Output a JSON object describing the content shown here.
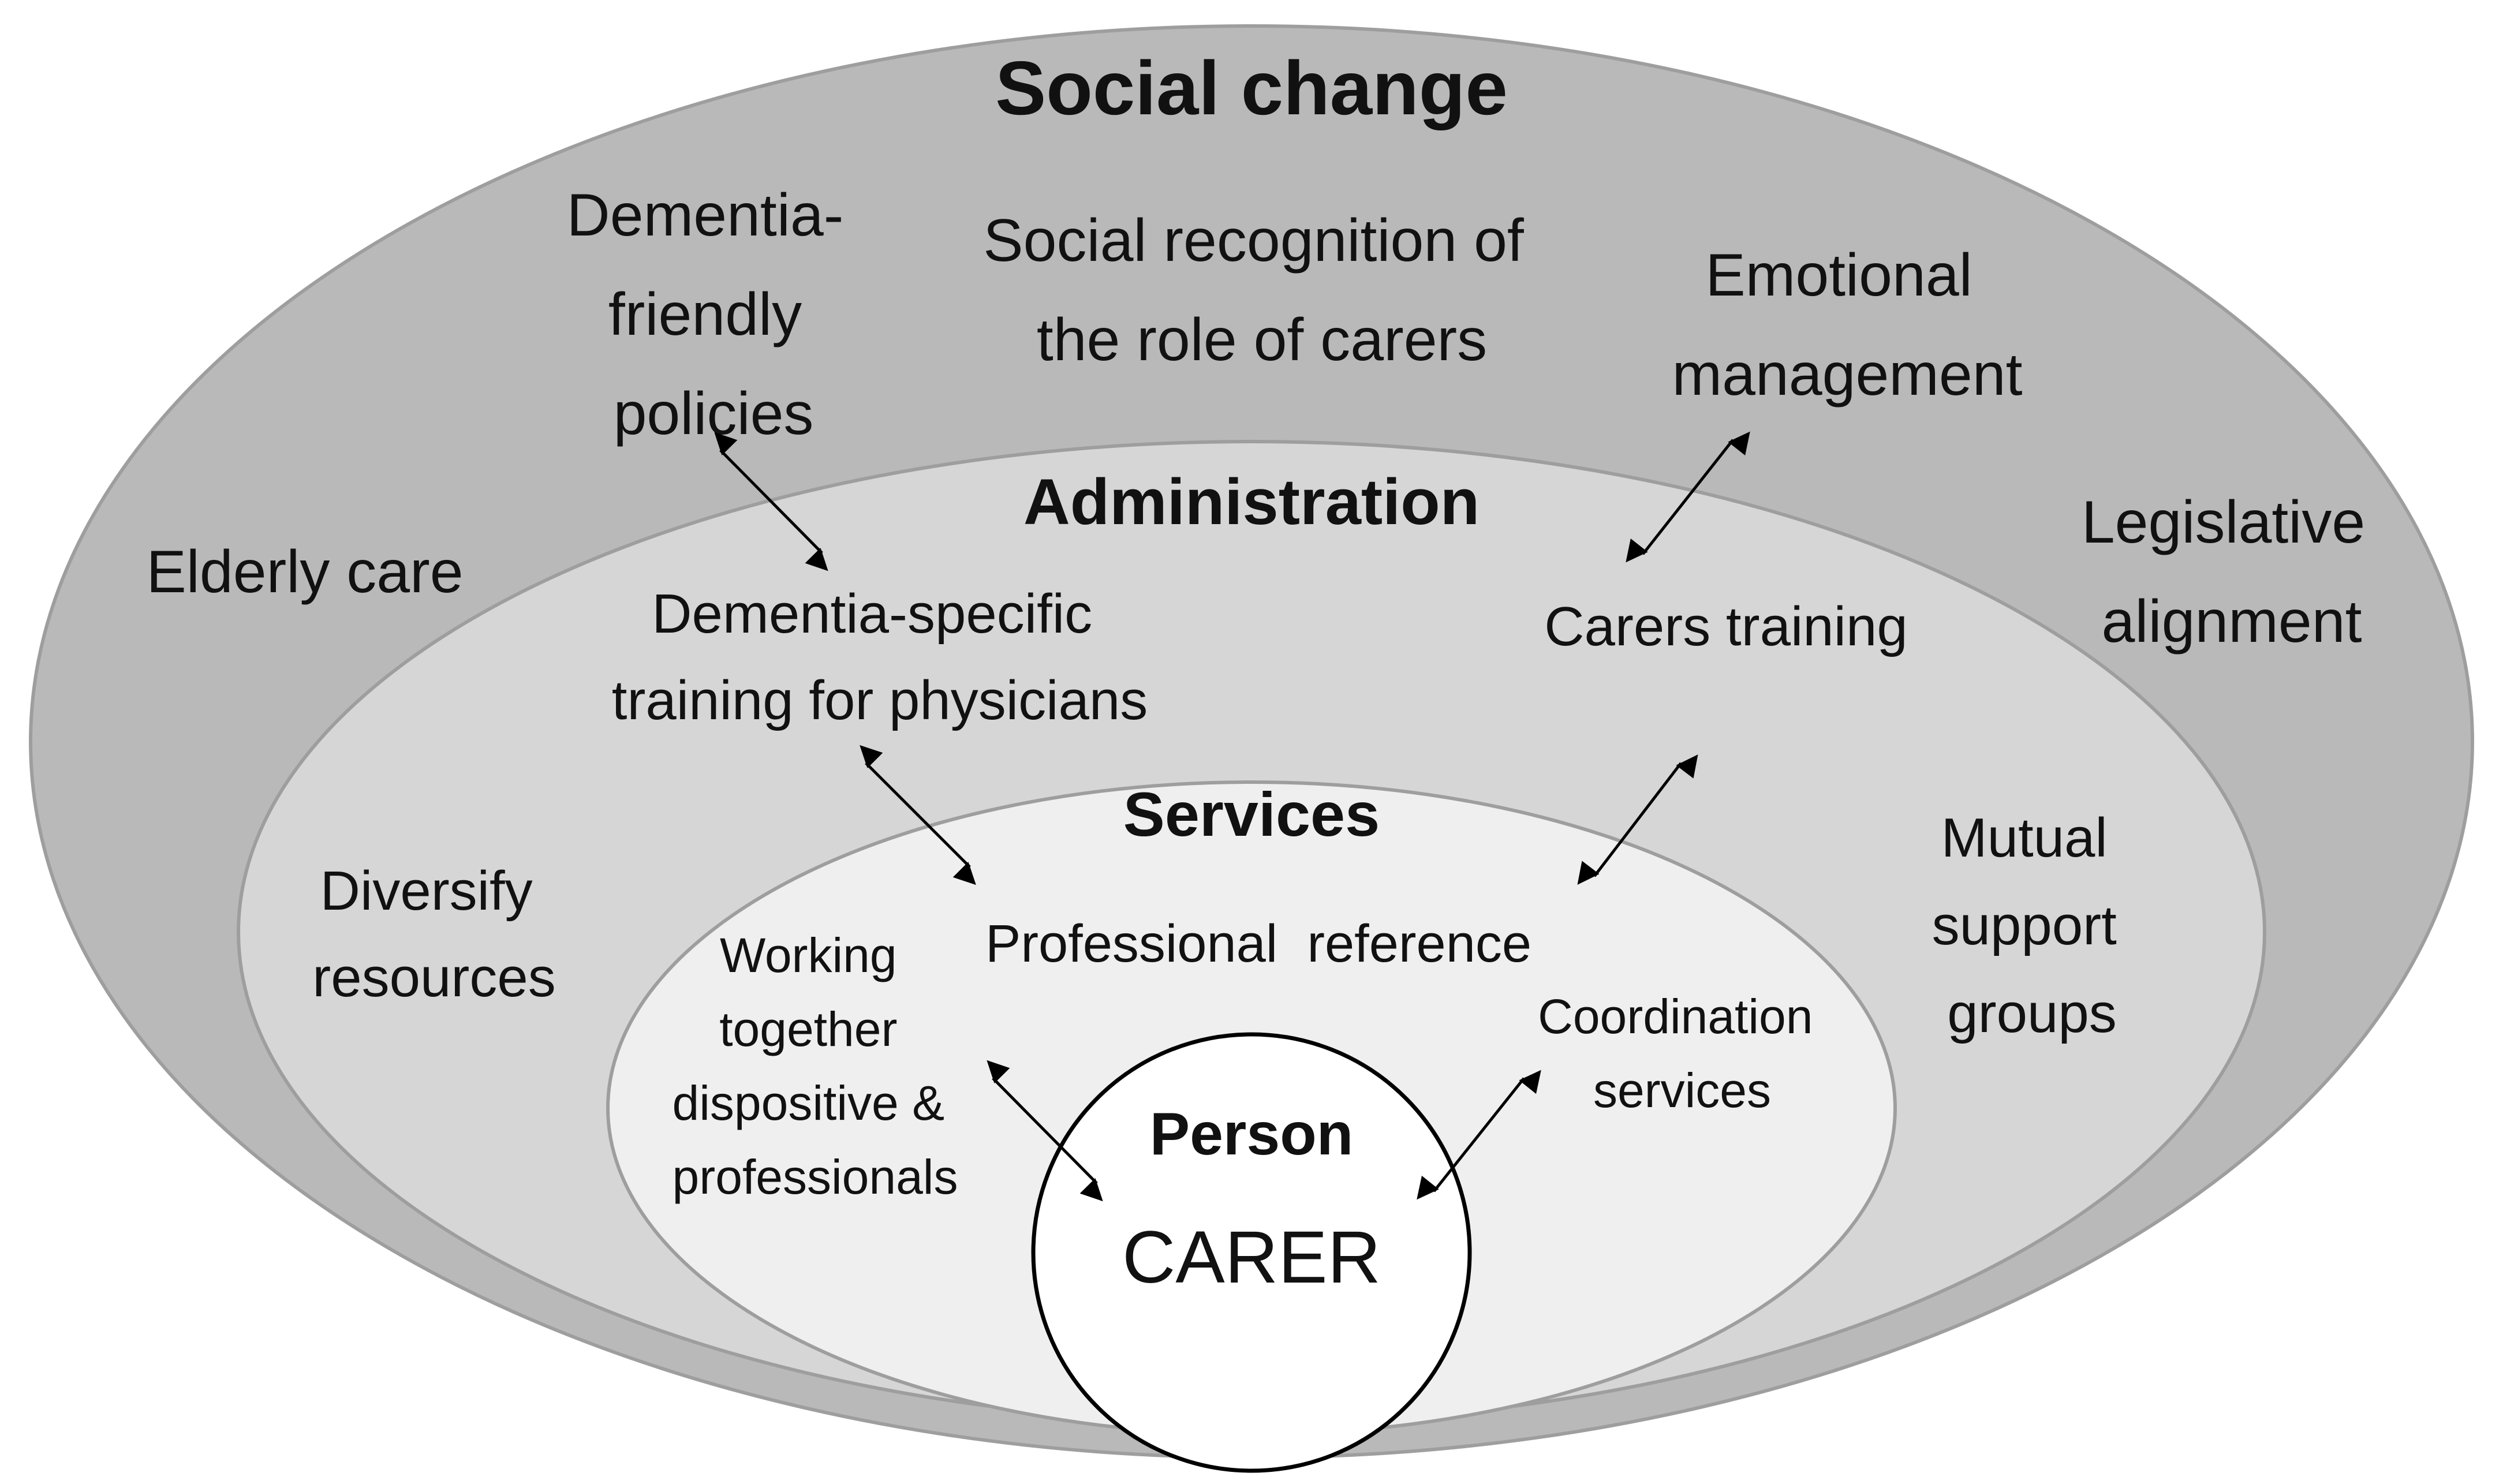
{
  "colors": {
    "social_ellipse": "#b9b9b9",
    "admin_ellipse": "#d6d6d6",
    "services_ellipse": "#efefef",
    "person_circle": "#ffffff",
    "outline": "#9e9e9e",
    "text": "#111111"
  },
  "layers": {
    "social": {
      "title": "Social change",
      "labels": {
        "dementia_friendly": [
          "Dementia-",
          "friendly",
          "policies"
        ],
        "social_recognition": [
          "Social recognition of",
          "the role of carers"
        ],
        "emotional_management": [
          "Emotional",
          "management"
        ],
        "elderly_care": "Elderly care",
        "legislative_alignment": [
          "Legislative",
          "alignment"
        ]
      }
    },
    "administration": {
      "title": "Administration",
      "labels": {
        "dementia_training": [
          "Dementia-specific",
          "training for physicians"
        ],
        "carers_training": "Carers training",
        "diversify_resources": [
          "Diversify",
          "resources"
        ],
        "mutual_support": [
          "Mutual",
          "support",
          "groups"
        ]
      }
    },
    "services": {
      "title": "Services",
      "labels": {
        "professional_reference": "Professional  reference",
        "working_together": [
          "Working",
          "together",
          "dispositive &",
          "professionals"
        ],
        "coordination_services": [
          "Coordination",
          "services"
        ]
      }
    },
    "person": {
      "title": "Person",
      "center_label": "CARER"
    }
  }
}
